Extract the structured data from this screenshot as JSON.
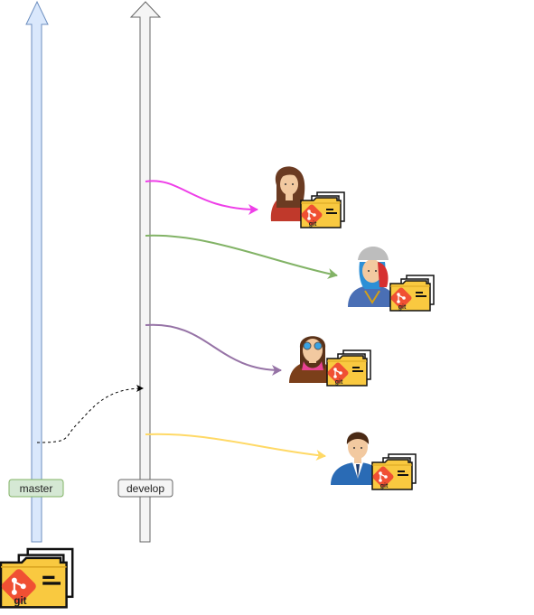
{
  "branches": {
    "master": {
      "label": "master",
      "fill": "#dae8fc",
      "stroke": "#6c8ebf",
      "label_fill": "#d5e8d4",
      "label_stroke": "#82b366"
    },
    "develop": {
      "label": "develop",
      "fill": "#f5f5f5",
      "stroke": "#666666",
      "label_fill": "#f5f5f5",
      "label_stroke": "#666666"
    }
  },
  "repo_icon": {
    "text": "git",
    "folder_color": "#f9c940",
    "logo_color": "#f05033"
  },
  "developers": [
    {
      "name": "woman-with-ponytail",
      "arrow_color": "#ee3ee8"
    },
    {
      "name": "person-with-cap",
      "arrow_color": "#82b366"
    },
    {
      "name": "woman-with-goggles",
      "arrow_color": "#9673a6"
    },
    {
      "name": "man-in-suit",
      "arrow_color": "#ffd966"
    }
  ],
  "merge_arrow": {
    "style": "dashed",
    "color": "#000000"
  }
}
